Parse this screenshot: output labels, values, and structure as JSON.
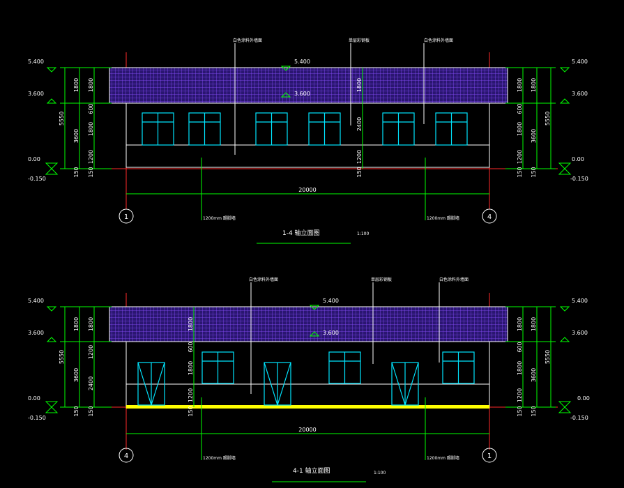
{
  "colors": {
    "background": "#000000",
    "roof_fill": "#3a1f8a",
    "roof_grid": "#8a4dff",
    "wall": "#ffffff",
    "window": "#00e5ff",
    "dimension": "#00ff00",
    "axis": "#ff2a2a",
    "plinth": "#ffff00"
  },
  "elevations": [
    {
      "title": "1-4 轴立面图",
      "scale": "1:100",
      "axis_left": "1",
      "axis_right": "4",
      "level_labels": [
        "5.400",
        "3.600",
        "0.00",
        "-0.150"
      ],
      "roof_level_labels": [
        "5.400",
        "3.600"
      ],
      "overall_dim": "20000",
      "left_dims": [
        "1800",
        "3600",
        "5550",
        "150"
      ],
      "inner_dims": [
        "1800",
        "600",
        "1800",
        "1200",
        "150"
      ],
      "center_dims": [
        "1800",
        "2400",
        "1200",
        "150"
      ],
      "notes": [
        "白色涂料外墙面",
        "单层彩钢板",
        "白色涂料外墙面",
        "1200mm 踢脚墙",
        "1200mm 踢脚墙"
      ]
    },
    {
      "title": "4-1 轴立面图",
      "scale": "1:100",
      "axis_left": "4",
      "axis_right": "1",
      "level_labels": [
        "5.400",
        "3.600",
        "0.00",
        "-0.150"
      ],
      "roof_level_labels": [
        "5.400",
        "3.600"
      ],
      "overall_dim": "20000",
      "left_dims": [
        "1800",
        "3600",
        "5550",
        "150"
      ],
      "inner_dims": [
        "1800",
        "1200",
        "2400",
        "150"
      ],
      "center_dims": [
        "1800",
        "600",
        "1800",
        "1200",
        "150"
      ],
      "notes": [
        "白色涂料外墙面",
        "单层彩钢板",
        "白色涂料外墙面",
        "1200mm 踢脚墙",
        "1200mm 踢脚墙"
      ]
    }
  ]
}
